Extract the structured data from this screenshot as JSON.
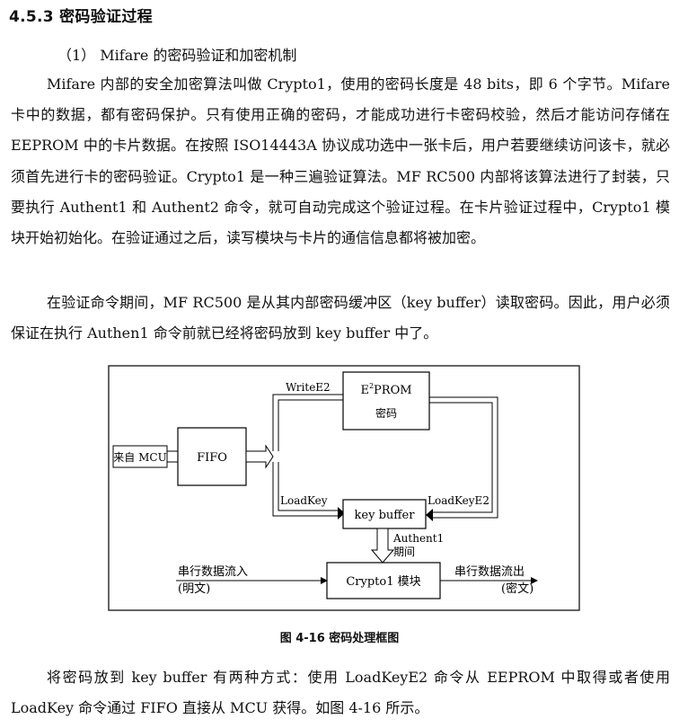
{
  "section": {
    "heading": "4.5.3 密码验证过程",
    "subheading": "（1） Mifare 的密码验证和加密机制"
  },
  "paragraphs": {
    "p1": "Mifare 内部的安全加密算法叫做 Crypto1，使用的密码长度是 48 bits，即 6 个字节。Mifare 卡中的数据，都有密码保护。只有使用正确的密码，才能成功进行卡密码校验，然后才能访问存储在 EEPROM 中的卡片数据。在按照 ISO14443A 协议成功选中一张卡后，用户若要继续访问该卡，就必须首先进行卡的密码验证。Crypto1 是一种三遍验证算法。MF RC500 内部将该算法进行了封装，只要执行 Authent1 和 Authent2 命令，就可自动完成这个验证过程。在卡片验证过程中，Crypto1 模块开始初始化。在验证通过之后，读写模块与卡片的通信信息都将被加密。",
    "p2": "在验证命令期间，MF RC500 是从其内部密码缓冲区（key buffer）读取密码。因此，用户必须保证在执行 Authen1 命令前就已经将密码放到 key buffer 中了。",
    "p3": "将密码放到 key buffer 有两种方式：使用 LoadKeyE2 命令从 EEPROM 中取得或者使用 LoadKey 命令通过 FIFO 直接从 MCU 获得。如图 4-16 所示。"
  },
  "figure": {
    "caption": "图 4-16 密码处理框图",
    "source_label": "来自 MCU",
    "fifo_label": "FIFO",
    "eeprom_label_main": "E",
    "eeprom_label_sup": "2",
    "eeprom_label_rest": "PROM",
    "eeprom_sublabel": "密码",
    "keybuffer_label": "key buffer",
    "crypto_label": "Crypto1 模块",
    "arrow_writee2": "WriteE2",
    "arrow_loadkey": "LoadKey",
    "arrow_loadkeye2": "LoadKeyE2",
    "arrow_authent_1": "Authent1",
    "arrow_authent_2": "期间",
    "input_label_1": "串行数据流入",
    "input_label_2": "(明文)",
    "output_label_1": "串行数据流出",
    "output_label_2": "(密文)"
  }
}
